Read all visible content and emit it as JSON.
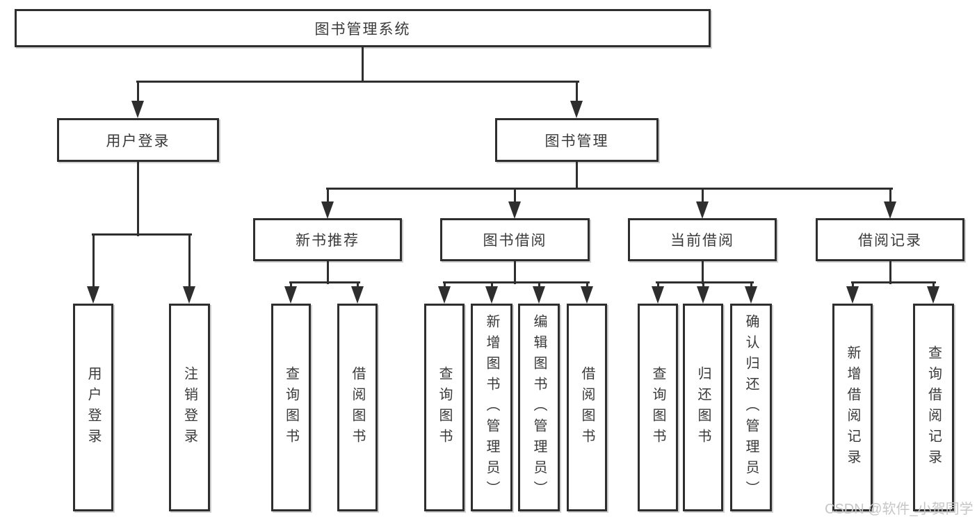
{
  "diagram_title": "图书管理系统",
  "nodes": {
    "root": {
      "label": "图书管理系统"
    },
    "level2": [
      {
        "label": "用户登录"
      },
      {
        "label": "图书管理"
      }
    ],
    "level3": [
      {
        "label": "新书推荐"
      },
      {
        "label": "图书借阅"
      },
      {
        "label": "当前借阅"
      },
      {
        "label": "借阅记录"
      }
    ],
    "leaves": [
      {
        "label": "用户登录"
      },
      {
        "label": "注销登录"
      },
      {
        "label": "查询图书"
      },
      {
        "label": "借阅图书"
      },
      {
        "label": "查询图书"
      },
      {
        "label": "新增图书（管理员）"
      },
      {
        "label": "编辑图书（管理员）"
      },
      {
        "label": "借阅图书"
      },
      {
        "label": "查询图书"
      },
      {
        "label": "归还图书"
      },
      {
        "label": "确认归还（管理员）"
      },
      {
        "label": "新增借阅记录"
      },
      {
        "label": "查询借阅记录"
      }
    ]
  },
  "edges": [
    [
      "图书管理系统",
      "用户登录"
    ],
    [
      "图书管理系统",
      "图书管理"
    ],
    [
      "用户登录",
      "用户登录"
    ],
    [
      "用户登录",
      "注销登录"
    ],
    [
      "图书管理",
      "新书推荐"
    ],
    [
      "图书管理",
      "图书借阅"
    ],
    [
      "图书管理",
      "当前借阅"
    ],
    [
      "图书管理",
      "借阅记录"
    ],
    [
      "新书推荐",
      "查询图书"
    ],
    [
      "新书推荐",
      "借阅图书"
    ],
    [
      "图书借阅",
      "查询图书"
    ],
    [
      "图书借阅",
      "新增图书（管理员）"
    ],
    [
      "图书借阅",
      "编辑图书（管理员）"
    ],
    [
      "图书借阅",
      "借阅图书"
    ],
    [
      "当前借阅",
      "查询图书"
    ],
    [
      "当前借阅",
      "归还图书"
    ],
    [
      "当前借阅",
      "确认归还（管理员）"
    ],
    [
      "借阅记录",
      "新增借阅记录"
    ],
    [
      "借阅记录",
      "查询借阅记录"
    ]
  ],
  "watermark": {
    "text": "CSDN @软件_小贺同学"
  },
  "colors": {
    "line": "#2e2e2e",
    "text": "#3a3a3a",
    "background": "#ffffff",
    "watermark": "#c6c6c6"
  }
}
